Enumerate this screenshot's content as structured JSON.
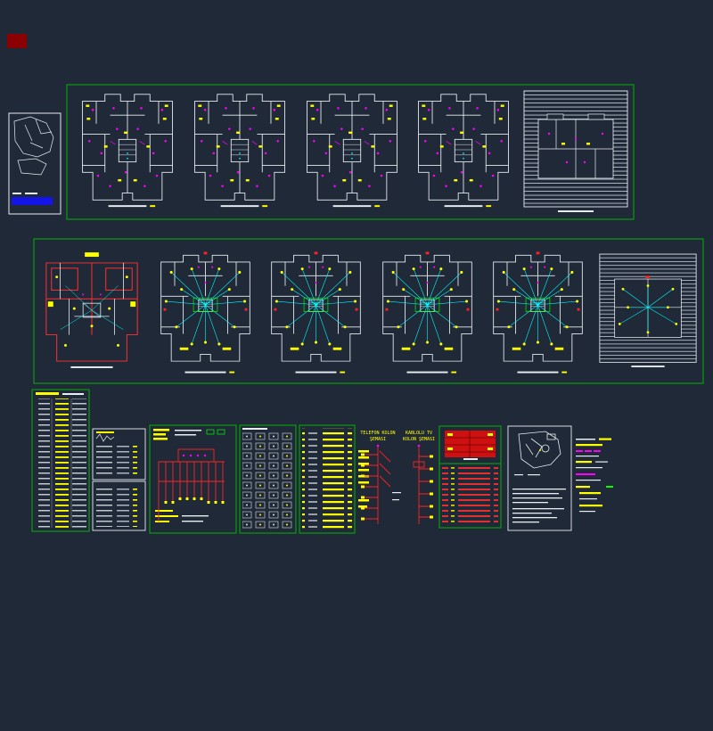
{
  "canvas": {
    "type": "cad-model-space",
    "background": "#202938"
  },
  "labels": {
    "telefon_kolon_line1": "TELEFON KOLON",
    "telefon_kolon_line2": "ŞEMASI",
    "tv_kolon_line1": "KABLOLU TV",
    "tv_kolon_line2": "KOLON ŞEMASI"
  },
  "colors": {
    "background": "#202938",
    "line_white": "#e8edf2",
    "frame_green": "#00b400",
    "accent_magenta": "#ff00ff",
    "accent_yellow": "#ffff00",
    "accent_cyan": "#00ffff",
    "accent_red": "#ff2222",
    "title_bar_blue": "#1414e6",
    "corner_block_dark_red": "#8b0000"
  },
  "rows": {
    "row1_floor_plan_count": 5,
    "row2_floor_plan_count": 6,
    "row3_panel_count": 9
  }
}
